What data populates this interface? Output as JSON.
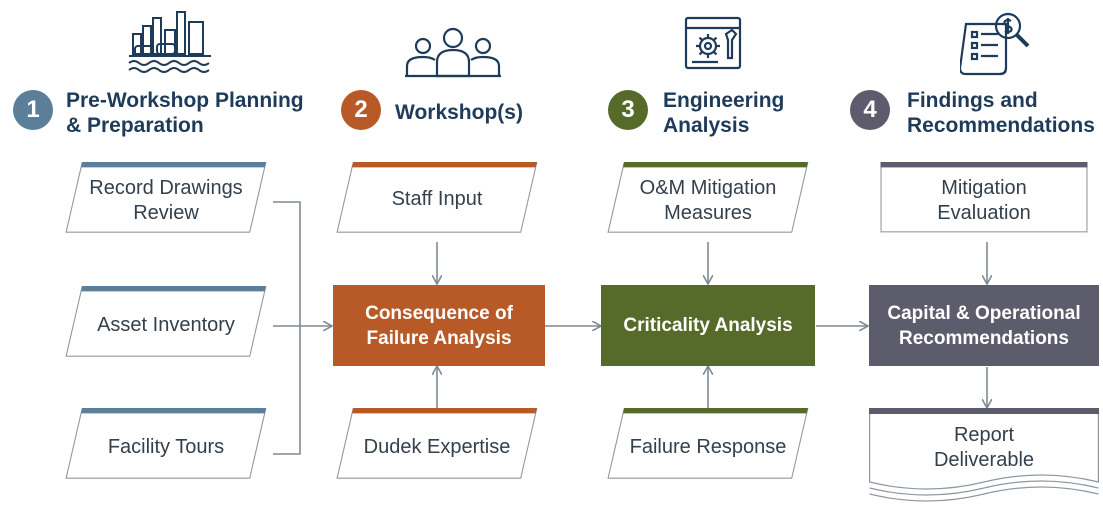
{
  "colors": {
    "phase1": "#5b7f99",
    "phase2": "#b85a28",
    "phase3": "#566b2a",
    "phase4": "#5d5c6c",
    "title": "#1f3b5a",
    "line": "#7f8a94",
    "box_border": "#8f98a2"
  },
  "phases": [
    {
      "number": "1",
      "title_line1": "Pre-Workshop Planning",
      "title_line2": "& Preparation",
      "icon": "factory-icon"
    },
    {
      "number": "2",
      "title_line1": "Workshop(s)",
      "title_line2": "",
      "icon": "people-icon"
    },
    {
      "number": "3",
      "title_line1": "Engineering",
      "title_line2": "Analysis",
      "icon": "blueprint-gear-icon"
    },
    {
      "number": "4",
      "title_line1": "Findings and",
      "title_line2": "Recommendations",
      "icon": "document-search-icon"
    }
  ],
  "column1": {
    "record_drawings": {
      "line1": "Record Drawings",
      "line2": "Review"
    },
    "asset_inventory": "Asset Inventory",
    "facility_tours": "Facility Tours"
  },
  "column2": {
    "staff_input": "Staff Input",
    "core_line1": "Consequence of",
    "core_line2": "Failure Analysis",
    "dudek_expertise": "Dudek Expertise"
  },
  "column3": {
    "om_line1": "O&M Mitigation",
    "om_line2": "Measures",
    "core": "Criticality Analysis",
    "failure_response": "Failure Response"
  },
  "column4": {
    "mitigation_line1": "Mitigation",
    "mitigation_line2": "Evaluation",
    "core_line1": "Capital & Operational",
    "core_line2": "Recommendations",
    "report_line1": "Report",
    "report_line2": "Deliverable"
  }
}
